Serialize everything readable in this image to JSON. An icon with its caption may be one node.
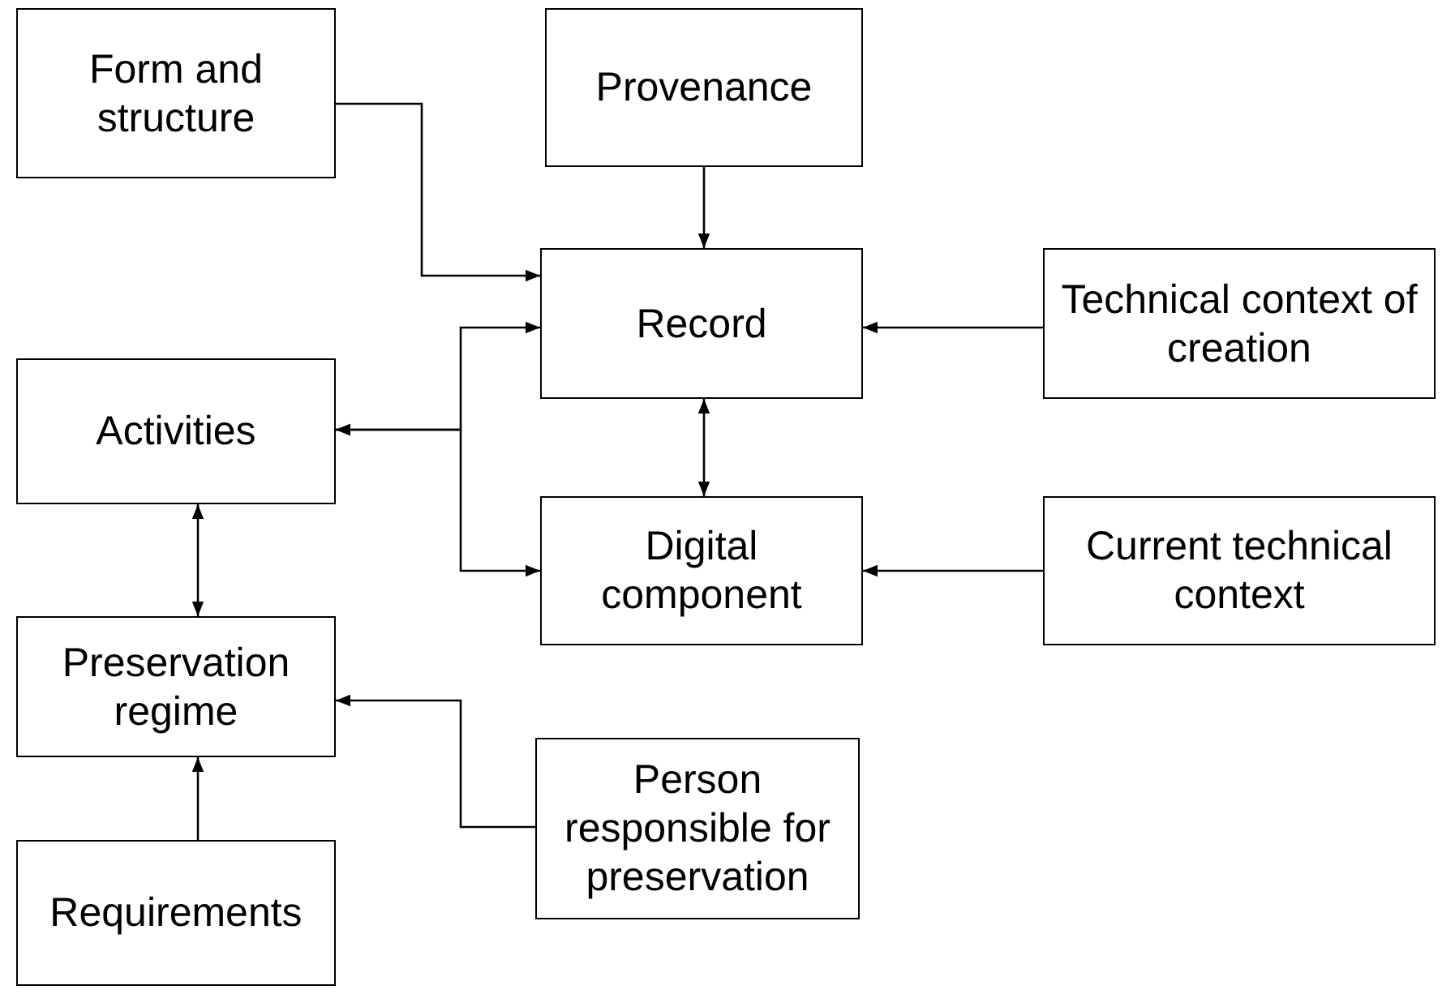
{
  "diagram": {
    "nodes": [
      {
        "text": [
          "Form and structure"
        ]
      },
      {
        "text": [
          "Provenance"
        ]
      },
      {
        "text": [
          "Record"
        ]
      },
      {
        "text": [
          "Technical context of creation"
        ]
      },
      {
        "text": [
          "Activities"
        ]
      },
      {
        "text": [
          "Digital component"
        ]
      },
      {
        "text": [
          "Current technical context"
        ]
      },
      {
        "text": [
          "Preservation regime"
        ]
      },
      {
        "text": [
          "Person responsible for preservation"
        ]
      },
      {
        "text": [
          "Requirements"
        ]
      }
    ],
    "edges": [
      {
        "from": 0,
        "to": 2,
        "arrow": "to"
      },
      {
        "from": 1,
        "to": 2,
        "arrow": "to"
      },
      {
        "from": 3,
        "to": 2,
        "arrow": "to"
      },
      {
        "from": 2,
        "to": 5,
        "arrow": "both"
      },
      {
        "from": 6,
        "to": 5,
        "arrow": "to"
      },
      {
        "from": 4,
        "to": 2,
        "arrow": "both"
      },
      {
        "from": 4,
        "to": 5,
        "arrow": "both"
      },
      {
        "from": 4,
        "to": 7,
        "arrow": "both"
      },
      {
        "from": 8,
        "to": 7,
        "arrow": "to"
      },
      {
        "from": 9,
        "to": 7,
        "arrow": "to"
      }
    ]
  }
}
